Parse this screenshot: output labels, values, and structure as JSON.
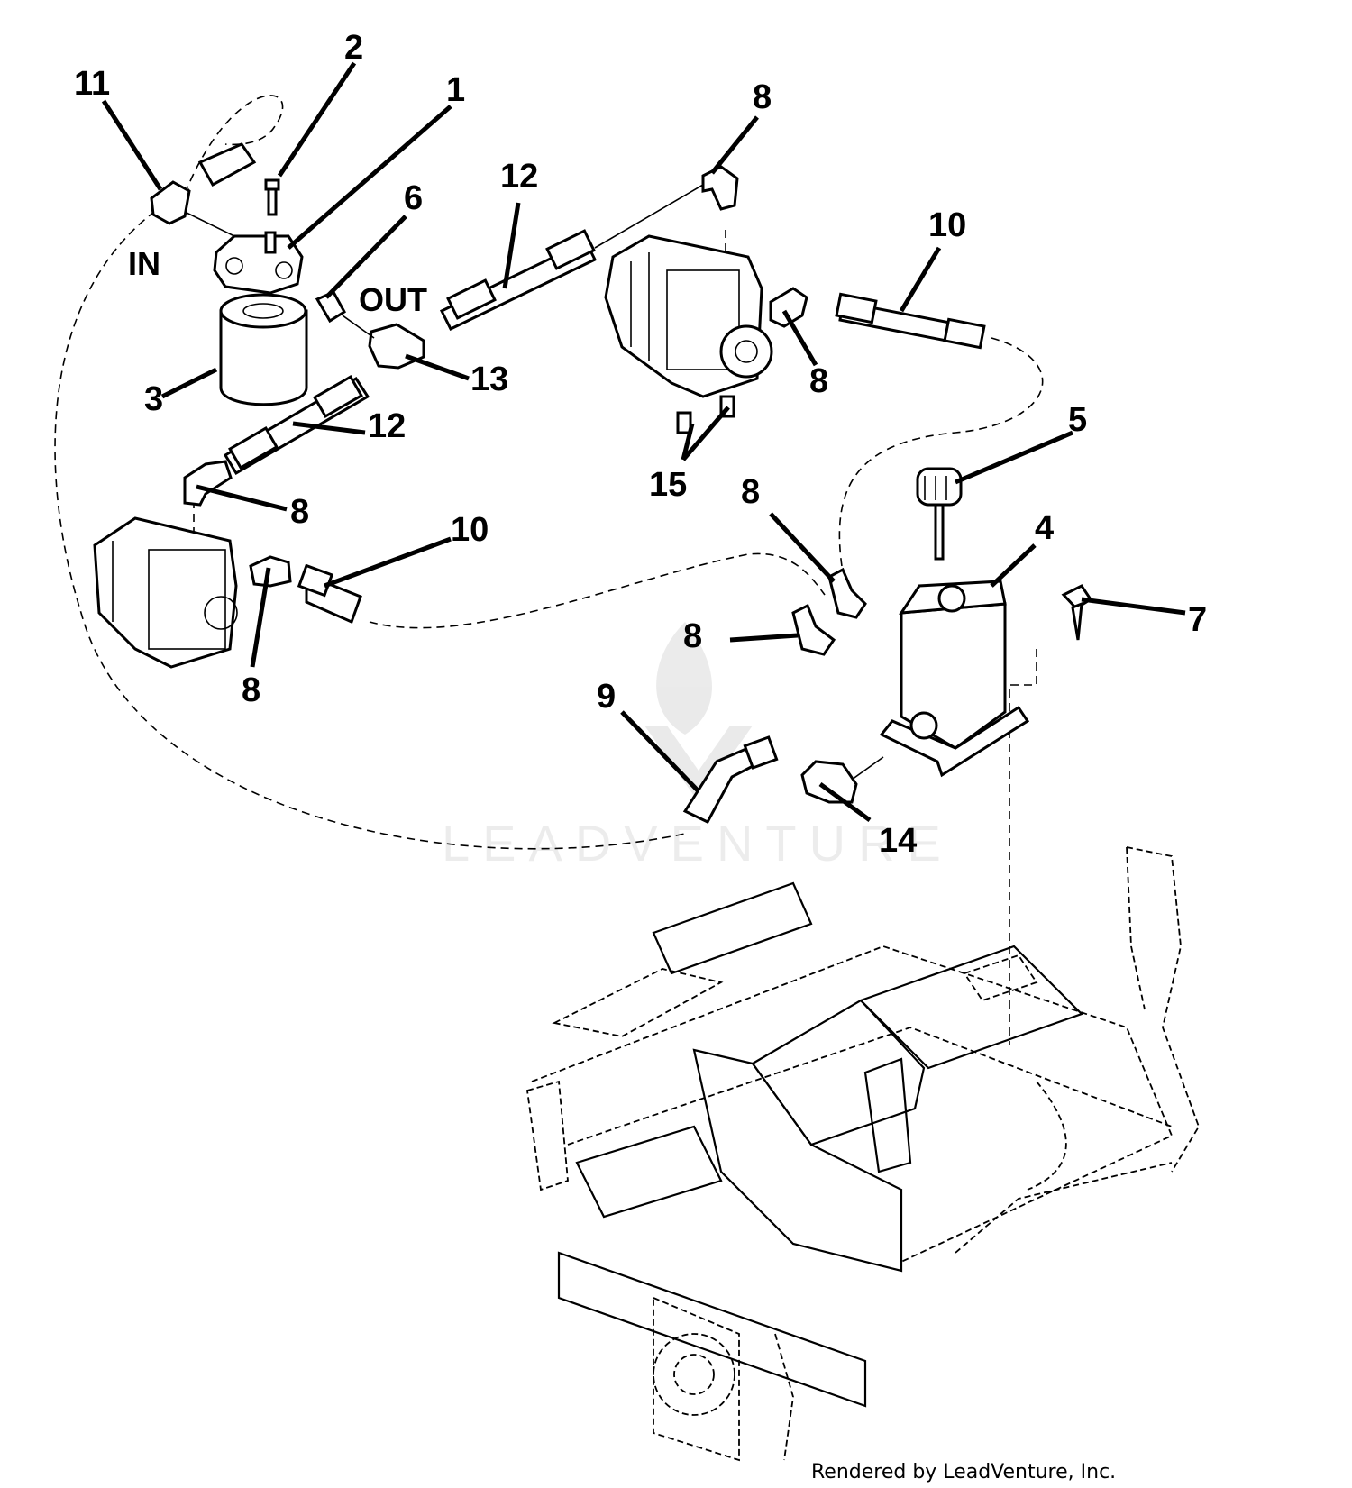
{
  "callouts": {
    "c1": "1",
    "c2": "2",
    "c3": "3",
    "c4": "4",
    "c5": "5",
    "c6": "6",
    "c7": "7",
    "c8": "8",
    "c9": "9",
    "c10": "10",
    "c11": "11",
    "c12": "12",
    "c13": "13",
    "c14": "14",
    "c15": "15"
  },
  "labels": {
    "in": "IN",
    "out": "OUT"
  },
  "watermark": "LEADVENTURE",
  "credit": "Rendered by LeadVenture, Inc."
}
